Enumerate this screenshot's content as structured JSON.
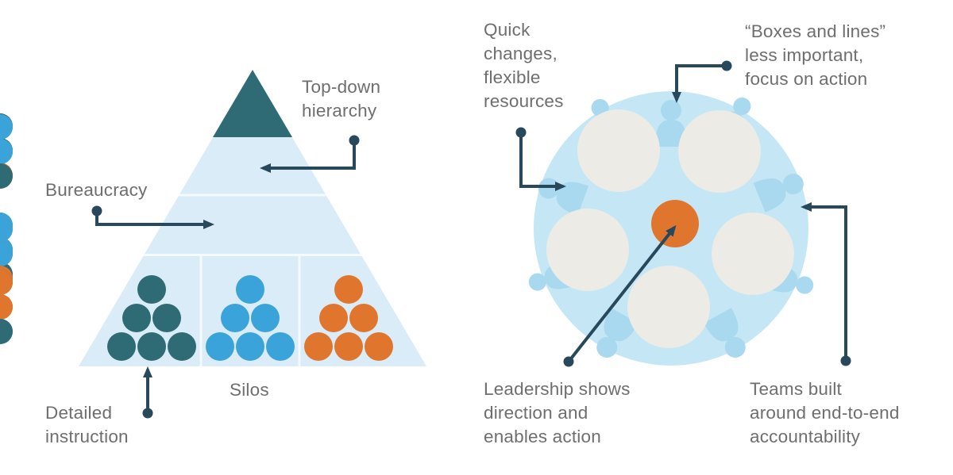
{
  "palette": {
    "teal": "#2e6b75",
    "blue": "#3aa4da",
    "orange": "#e0762e",
    "pyramid_fill": "#d9ecf8",
    "pyramid_cap": "#2e6b75",
    "divider_line": "#f4fafd",
    "big_circle": "#c5e7f5",
    "person": "#a8d9ef",
    "team_circle": "#ecebe6",
    "center_circle": "#e0762e",
    "arrow": "#28485c",
    "text": "#6e6e6e"
  },
  "left_panel": {
    "labels": {
      "top_down": [
        "Top-down",
        "hierarchy"
      ],
      "bureaucracy": [
        "Bureaucracy"
      ],
      "silos": [
        "Silos"
      ],
      "detailed_instruction": [
        "Detailed",
        "instruction"
      ]
    },
    "silo_groups": [
      {
        "name": "silo-left",
        "dot_color": "teal",
        "dot_count": 6
      },
      {
        "name": "silo-middle",
        "dot_color": "blue",
        "dot_count": 6
      },
      {
        "name": "silo-right",
        "dot_color": "orange",
        "dot_count": 6
      }
    ]
  },
  "right_panel": {
    "labels": {
      "quick_changes": [
        "Quick",
        "changes,",
        "flexible",
        "resources"
      ],
      "boxes_lines": [
        "“Boxes and lines”",
        "less important,",
        "focus on action"
      ],
      "leadership": [
        "Leadership shows",
        "direction and",
        "enables action"
      ],
      "teams": [
        "Teams built",
        "around end-to-end",
        "accountability"
      ]
    },
    "teams": [
      {
        "name": "team-top-left",
        "dots": [
          "orange",
          "teal",
          "blue",
          "teal",
          "teal",
          "blue",
          "orange"
        ]
      },
      {
        "name": "team-top-right",
        "dots": [
          "teal",
          "blue",
          "orange",
          "blue",
          "blue",
          "orange",
          "teal"
        ]
      },
      {
        "name": "team-bottom-left",
        "dots": [
          "teal",
          "blue",
          "orange",
          "teal",
          "blue",
          "orange",
          "teal"
        ]
      },
      {
        "name": "team-bottom-right",
        "dots": [
          "orange",
          "blue",
          "teal",
          "orange",
          "blue",
          "teal",
          "orange"
        ]
      },
      {
        "name": "team-bottom-center",
        "dots": [
          "teal",
          "orange",
          "blue",
          "orange",
          "orange",
          "blue",
          "teal"
        ]
      }
    ]
  }
}
